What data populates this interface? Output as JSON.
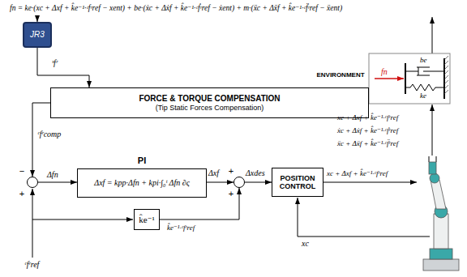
{
  "diagram": {
    "nodes": [
      {
        "text": [
          "JR3"
        ]
      },
      {
        "text": [
          "FORCE & TORQUE COMPENSATION",
          "(Tip Static Forces Compensation)"
        ]
      },
      {
        "text": [
          "−",
          "+"
        ]
      },
      {
        "text": [
          "PI",
          "Δxf = kpp·Δfn + kpi·∫₀ᵗ Δfn ∂ς"
        ]
      },
      {
        "text": [
          "k̂e⁻¹"
        ]
      },
      {
        "text": [
          "+",
          "+"
        ]
      },
      {
        "text": [
          "POSITION CONTROL"
        ]
      },
      {
        "text": [
          "ENVIRONMENT"
        ]
      }
    ],
    "edges": [
      {
        "from": 0,
        "to": 1,
        "arrow": "to"
      },
      {
        "from": 1,
        "to": 2,
        "arrow": "to"
      },
      {
        "from": 2,
        "to": 3,
        "arrow": "to"
      },
      {
        "from": 3,
        "to": 5,
        "arrow": "to"
      },
      {
        "from": 4,
        "to": 5,
        "arrow": "to"
      },
      {
        "from": 5,
        "to": 6,
        "arrow": "to"
      }
    ],
    "labels": [
      "fn = ke·(xc + Δxf + k̂e⁻¹·ᶜfʳref − xent) + be·(ẋc + Δẋf + k̂e⁻¹·ᶜḟʳref − ẋent) + m·(ẍc + Δẍf + k̂e⁻¹·ᶜf̈ʳref − ẍent)",
      "ˢfʳ",
      "ᶜfʳcomp",
      "Δfn",
      "Δxf",
      "Δxdes",
      "xc + Δxf + k̂e⁻¹·ᶜfʳref",
      "k̂e⁻¹·ᶜfʳref",
      "ᶜfʳref",
      "xc",
      "xc + Δxf + k̂e⁻¹·ᶜfʳref",
      "ẋc + Δẋf + k̂e⁻¹·ᶜḟʳref",
      "ẍc + Δẍf + k̂e⁻¹·ᶜf̈ʳref",
      "fn",
      "be",
      "ke"
    ]
  }
}
